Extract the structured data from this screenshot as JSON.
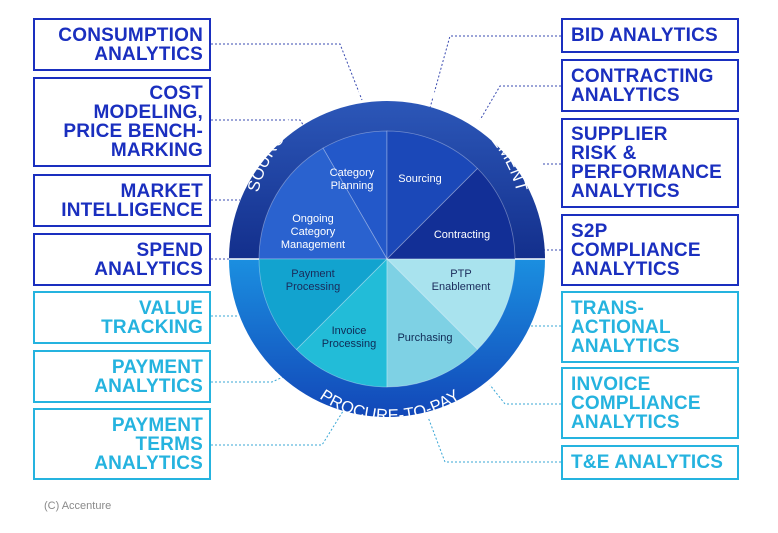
{
  "left_boxes": [
    {
      "id": "consumption-analytics",
      "text": "CONSUMPTION\nANALYTICS",
      "tone": "dark"
    },
    {
      "id": "cost-modeling",
      "text": "COST\nMODELING,\nPRICE BENCH-\nMARKING",
      "tone": "dark"
    },
    {
      "id": "market-intelligence",
      "text": "MARKET\nINTELLIGENCE",
      "tone": "dark"
    },
    {
      "id": "spend-analytics",
      "text": "SPEND\nANALYTICS",
      "tone": "dark"
    },
    {
      "id": "value-tracking",
      "text": "VALUE\nTRACKING",
      "tone": "light"
    },
    {
      "id": "payment-analytics",
      "text": "PAYMENT\nANALYTICS",
      "tone": "light"
    },
    {
      "id": "payment-terms-analytics",
      "text": "PAYMENT\nTERMS\nANALYTICS",
      "tone": "light"
    }
  ],
  "right_boxes": [
    {
      "id": "bid-analytics",
      "text": "BID ANALYTICS",
      "tone": "dark"
    },
    {
      "id": "contracting-analytics",
      "text": "CONTRACTING\nANALYTICS",
      "tone": "dark"
    },
    {
      "id": "supplier-risk",
      "text": "SUPPLIER\nRISK &\nPERFORMANCE\nANALYTICS",
      "tone": "dark"
    },
    {
      "id": "s2p-compliance",
      "text": "S2P\nCOMPLIANCE\nANALYTICS",
      "tone": "dark"
    },
    {
      "id": "transactional-analytics",
      "text": "TRANS-\nACTIONAL\nANALYTICS",
      "tone": "light"
    },
    {
      "id": "invoice-compliance",
      "text": "INVOICE\nCOMPLIANCE\nANALYTICS",
      "tone": "light"
    },
    {
      "id": "te-analytics",
      "text": "T&E ANALYTICS",
      "tone": "light"
    }
  ],
  "wheel": {
    "top_arc_label": "SOURCING AND CATEGORY MANAGEMENT",
    "bottom_arc_label": "PROCURE-TO-PAY",
    "segments": [
      {
        "id": "category-planning",
        "lines": [
          "Category",
          "Planning"
        ]
      },
      {
        "id": "sourcing",
        "lines": [
          "Sourcing"
        ]
      },
      {
        "id": "contracting",
        "lines": [
          "Contracting"
        ]
      },
      {
        "id": "ongoing-category-management",
        "lines": [
          "Ongoing",
          "Category",
          "Management"
        ]
      },
      {
        "id": "payment-processing",
        "lines": [
          "Payment",
          "Processing"
        ]
      },
      {
        "id": "ptp-enablement",
        "lines": [
          "PTP",
          "Enablement"
        ]
      },
      {
        "id": "invoice-processing",
        "lines": [
          "Invoice",
          "Processing"
        ]
      },
      {
        "id": "purchasing",
        "lines": [
          "Purchasing"
        ]
      }
    ]
  },
  "colors": {
    "dark_blue": "#1a2fbf",
    "light_blue": "#25b3df",
    "ring_top": "#1f3a9e",
    "ring_bottom": "#1769d6"
  },
  "copyright": "(C) Accenture"
}
